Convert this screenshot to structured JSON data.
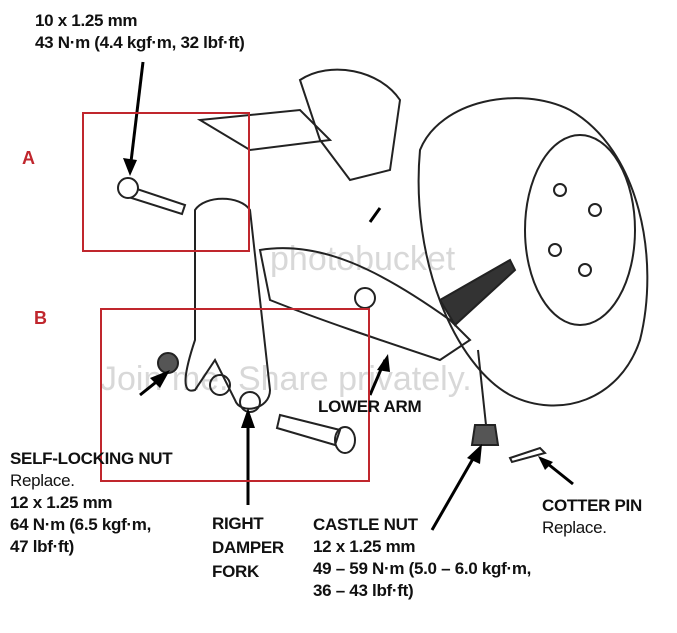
{
  "top_spec": {
    "size": "10 x 1.25 mm",
    "torque": "43 N·m (4.4 kgf·m, 32 lbf·ft)"
  },
  "markers": {
    "a": "A",
    "b": "B"
  },
  "lower_arm": "LOWER ARM",
  "self_locking_nut": {
    "title": "SELF-LOCKING NUT",
    "note": "Replace.",
    "size": "12 x 1.25 mm",
    "torque_1": "64 N·m (6.5 kgf·m,",
    "torque_2": "47 lbf·ft)"
  },
  "damper_fork": {
    "line1": "RIGHT",
    "line2": "DAMPER",
    "line3": "FORK"
  },
  "castle_nut": {
    "title": "CASTLE NUT",
    "size": "12 x 1.25 mm",
    "torque_1": "49 – 59 N·m (5.0 – 6.0 kgf·m,",
    "torque_2": "36 – 43 lbf·ft)"
  },
  "cotter_pin": {
    "title": "COTTER PIN",
    "note": "Replace."
  },
  "watermark": {
    "line1": "photobucket",
    "line2": "Join me. Share privately."
  },
  "colors": {
    "highlight": "#c0262d"
  }
}
